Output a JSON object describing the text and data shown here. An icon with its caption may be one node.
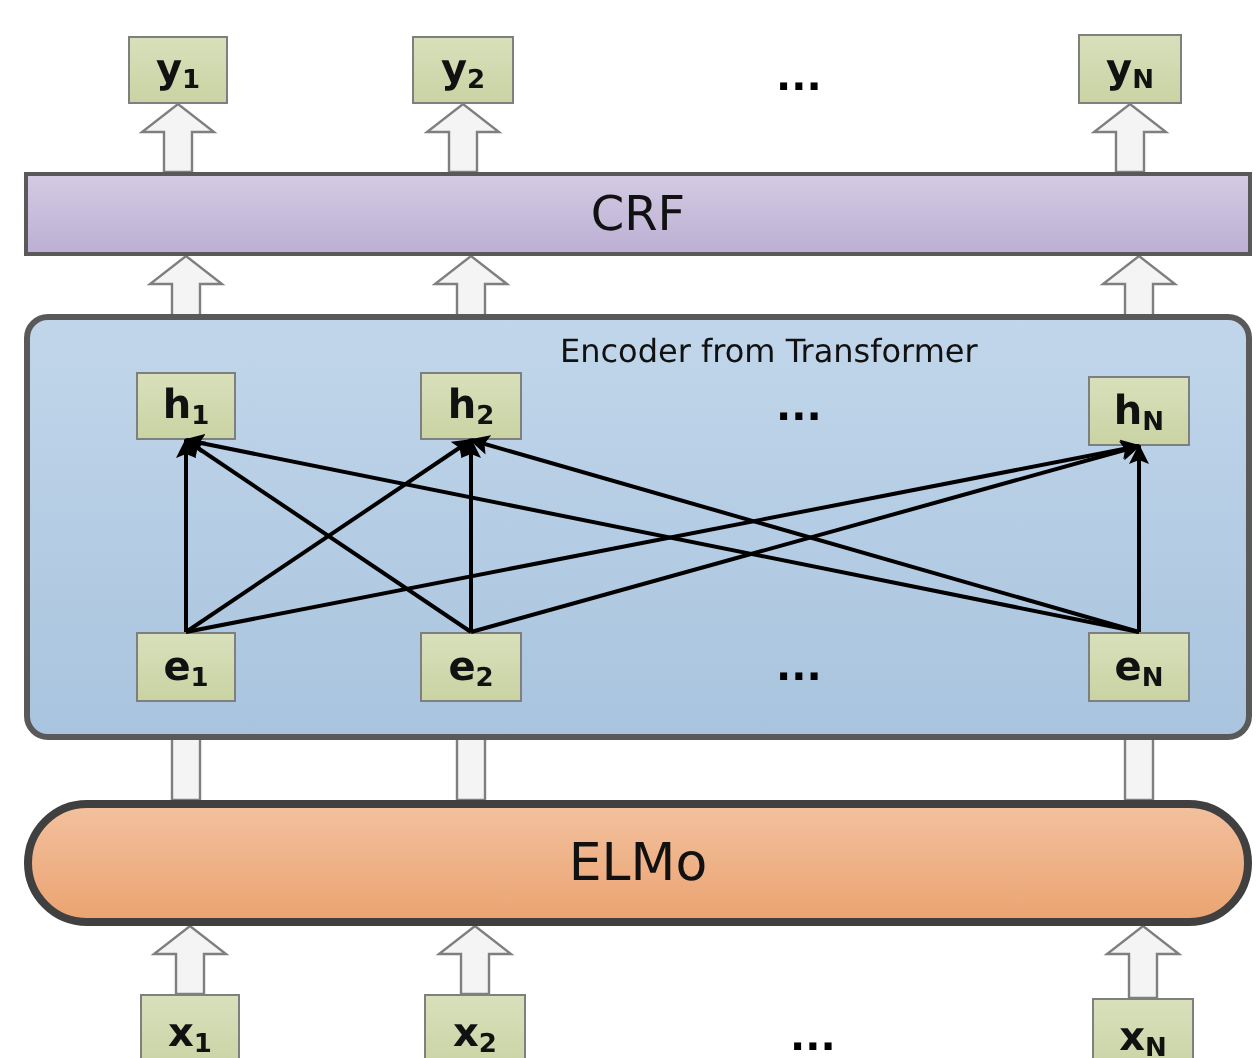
{
  "diagram": {
    "nodes": [
      {
        "text": [
          "y$_{1}$"
        ]
      },
      {
        "text": [
          "y$_{2}$"
        ]
      },
      {
        "text": [
          "y$_{N}$"
        ]
      },
      {
        "text": [
          "CRF"
        ]
      },
      {
        "text": [
          "Encoder from Transformer"
        ]
      },
      {
        "text": [
          "h$_{1}$"
        ],
        "in": 4
      },
      {
        "text": [
          "h$_{2}$"
        ],
        "in": 4
      },
      {
        "text": [
          "h$_{N}$"
        ],
        "in": 4
      },
      {
        "text": [
          "e$_{1}$"
        ],
        "in": 4
      },
      {
        "text": [
          "e$_{2}$"
        ],
        "in": 4
      },
      {
        "text": [
          "e$_{N}$"
        ],
        "in": 4
      },
      {
        "text": [
          "ELMo"
        ]
      },
      {
        "text": [
          "x$_{1}$"
        ]
      },
      {
        "text": [
          "x$_{2}$"
        ]
      },
      {
        "text": [
          "x$_{N}$"
        ]
      }
    ],
    "edges": [
      {
        "from": 3,
        "to": 0,
        "arrow": "to",
        "style": "thick"
      },
      {
        "from": 3,
        "to": 1,
        "arrow": "to",
        "style": "thick"
      },
      {
        "from": 3,
        "to": 2,
        "arrow": "to",
        "style": "thick"
      },
      {
        "from": 5,
        "to": 3,
        "arrow": "to",
        "style": "thick"
      },
      {
        "from": 6,
        "to": 3,
        "arrow": "to",
        "style": "thick"
      },
      {
        "from": 7,
        "to": 3,
        "arrow": "to",
        "style": "thick"
      },
      {
        "from": 8,
        "to": 5,
        "arrow": "to"
      },
      {
        "from": 8,
        "to": 6,
        "arrow": "to"
      },
      {
        "from": 8,
        "to": 7,
        "arrow": "to"
      },
      {
        "from": 9,
        "to": 5,
        "arrow": "to"
      },
      {
        "from": 9,
        "to": 6,
        "arrow": "to"
      },
      {
        "from": 9,
        "to": 7,
        "arrow": "to"
      },
      {
        "from": 10,
        "to": 5,
        "arrow": "to"
      },
      {
        "from": 10,
        "to": 6,
        "arrow": "to"
      },
      {
        "from": 10,
        "to": 7,
        "arrow": "to"
      },
      {
        "from": 11,
        "to": 8,
        "arrow": "to",
        "style": "thick"
      },
      {
        "from": 11,
        "to": 9,
        "arrow": "to",
        "style": "thick"
      },
      {
        "from": 11,
        "to": 10,
        "arrow": "to",
        "style": "thick"
      },
      {
        "from": 12,
        "to": 11,
        "arrow": "to",
        "style": "thick"
      },
      {
        "from": 13,
        "to": 11,
        "arrow": "to",
        "style": "thick"
      },
      {
        "from": 14,
        "to": 11,
        "arrow": "to",
        "style": "thick"
      }
    ],
    "labels": [
      "...",
      "...",
      "...",
      "..."
    ]
  }
}
